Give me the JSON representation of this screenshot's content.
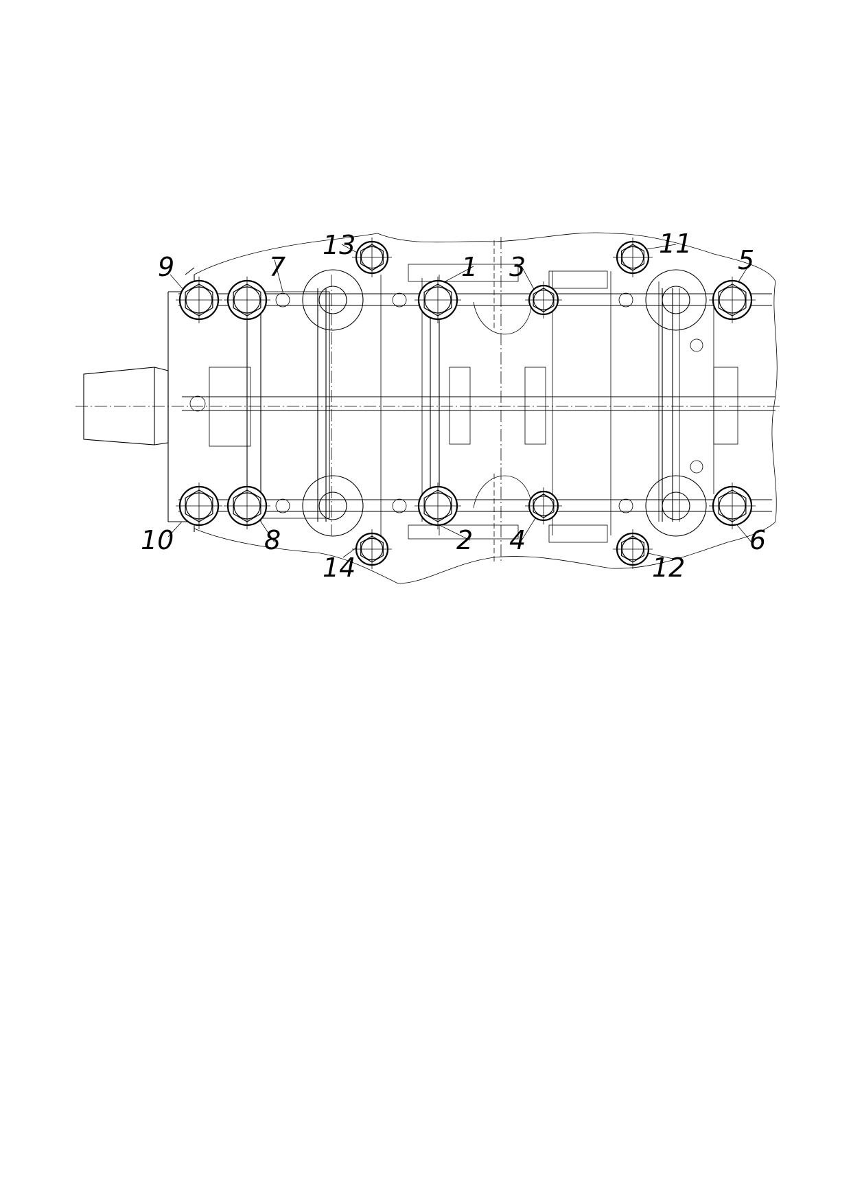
{
  "diagram": {
    "type": "bolt-tightening-sequence",
    "callouts": [
      {
        "label": "1"
      },
      {
        "label": "2"
      },
      {
        "label": "3"
      },
      {
        "label": "4"
      },
      {
        "label": "5"
      },
      {
        "label": "6"
      },
      {
        "label": "7"
      },
      {
        "label": "8"
      },
      {
        "label": "9"
      },
      {
        "label": "10"
      },
      {
        "label": "11"
      },
      {
        "label": "12"
      },
      {
        "label": "13"
      },
      {
        "label": "14"
      }
    ]
  },
  "colors": {
    "line": "#000000",
    "background": "#ffffff"
  }
}
